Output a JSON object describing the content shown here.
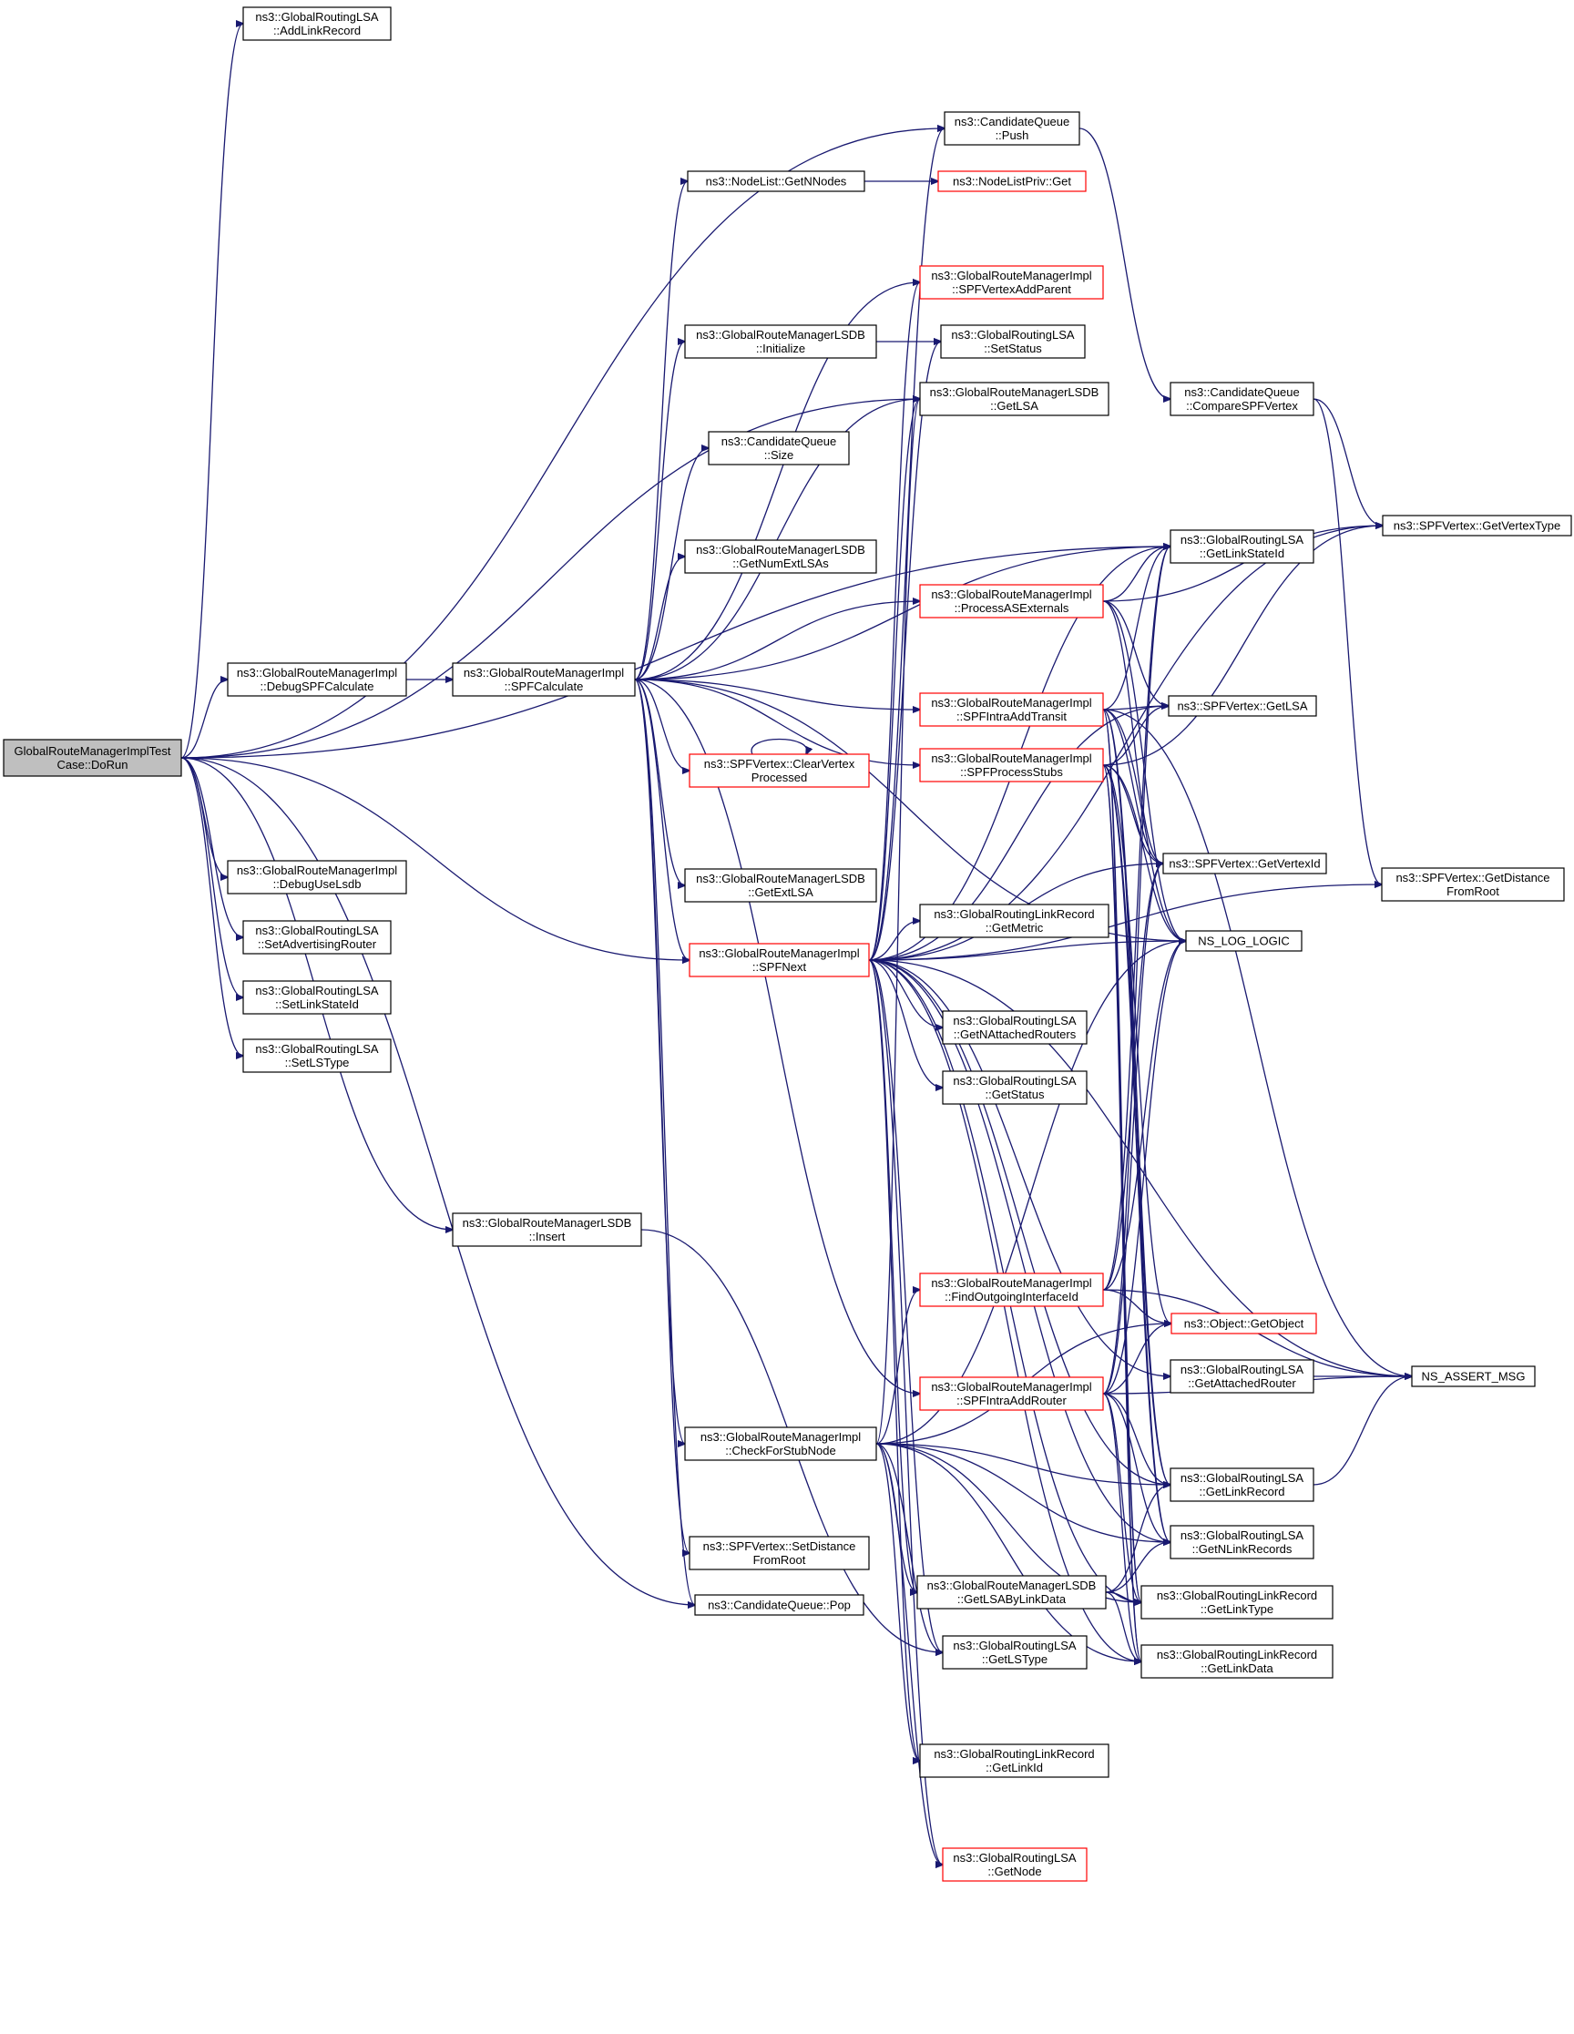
{
  "colors": {
    "edge": "#191970",
    "node_border": "#000000",
    "node_border_truncated": "#ff0000",
    "root_fill": "#bfbfbf",
    "node_fill": "#ffffff"
  },
  "nodes": [
    {
      "id": "doRun",
      "lines": [
        "GlobalRouteManagerImplTest",
        "Case::DoRun"
      ],
      "style": "root"
    },
    {
      "id": "addLinkRecord",
      "lines": [
        "ns3::GlobalRoutingLSA",
        "::AddLinkRecord"
      ],
      "style": "normal"
    },
    {
      "id": "debugSPFCalculate",
      "lines": [
        "ns3::GlobalRouteManagerImpl",
        "::DebugSPFCalculate"
      ],
      "style": "normal"
    },
    {
      "id": "debugUseLsdb",
      "lines": [
        "ns3::GlobalRouteManagerImpl",
        "::DebugUseLsdb"
      ],
      "style": "normal"
    },
    {
      "id": "setAdvertisingRouter",
      "lines": [
        "ns3::GlobalRoutingLSA",
        "::SetAdvertisingRouter"
      ],
      "style": "normal"
    },
    {
      "id": "setLinkStateId",
      "lines": [
        "ns3::GlobalRoutingLSA",
        "::SetLinkStateId"
      ],
      "style": "normal"
    },
    {
      "id": "setLSType",
      "lines": [
        "ns3::GlobalRoutingLSA",
        "::SetLSType"
      ],
      "style": "normal"
    },
    {
      "id": "spfCalculate",
      "lines": [
        "ns3::GlobalRouteManagerImpl",
        "::SPFCalculate"
      ],
      "style": "normal"
    },
    {
      "id": "lsdbInsert",
      "lines": [
        "ns3::GlobalRouteManagerLSDB",
        "::Insert"
      ],
      "style": "normal"
    },
    {
      "id": "getNNodes",
      "lines": [
        "ns3::NodeList::GetNNodes"
      ],
      "style": "normal"
    },
    {
      "id": "lsdbInitialize",
      "lines": [
        "ns3::GlobalRouteManagerLSDB",
        "::Initialize"
      ],
      "style": "normal"
    },
    {
      "id": "cqSize",
      "lines": [
        "ns3::CandidateQueue",
        "::Size"
      ],
      "style": "normal"
    },
    {
      "id": "getNumExtLSAs",
      "lines": [
        "ns3::GlobalRouteManagerLSDB",
        "::GetNumExtLSAs"
      ],
      "style": "normal"
    },
    {
      "id": "clearVertexProcessed",
      "lines": [
        "ns3::SPFVertex::ClearVertex",
        "Processed"
      ],
      "style": "truncated"
    },
    {
      "id": "getExtLSA",
      "lines": [
        "ns3::GlobalRouteManagerLSDB",
        "::GetExtLSA"
      ],
      "style": "normal"
    },
    {
      "id": "spfNext",
      "lines": [
        "ns3::GlobalRouteManagerImpl",
        "::SPFNext"
      ],
      "style": "truncated"
    },
    {
      "id": "checkForStubNode",
      "lines": [
        "ns3::GlobalRouteManagerImpl",
        "::CheckForStubNode"
      ],
      "style": "normal"
    },
    {
      "id": "setDistanceFromRoot",
      "lines": [
        "ns3::SPFVertex::SetDistance",
        "FromRoot"
      ],
      "style": "normal"
    },
    {
      "id": "cqPop",
      "lines": [
        "ns3::CandidateQueue::Pop"
      ],
      "style": "normal"
    },
    {
      "id": "cqPush",
      "lines": [
        "ns3::CandidateQueue",
        "::Push"
      ],
      "style": "normal"
    },
    {
      "id": "nodeListPrivGet",
      "lines": [
        "ns3::NodeListPriv::Get"
      ],
      "style": "truncated"
    },
    {
      "id": "spfVertexAddParent",
      "lines": [
        "ns3::GlobalRouteManagerImpl",
        "::SPFVertexAddParent"
      ],
      "style": "truncated"
    },
    {
      "id": "lsaSetStatus",
      "lines": [
        "ns3::GlobalRoutingLSA",
        "::SetStatus"
      ],
      "style": "normal"
    },
    {
      "id": "lsdbGetLSA",
      "lines": [
        "ns3::GlobalRouteManagerLSDB",
        "::GetLSA"
      ],
      "style": "normal"
    },
    {
      "id": "processASExternals",
      "lines": [
        "ns3::GlobalRouteManagerImpl",
        "::ProcessASExternals"
      ],
      "style": "truncated"
    },
    {
      "id": "spfIntraAddTransit",
      "lines": [
        "ns3::GlobalRouteManagerImpl",
        "::SPFIntraAddTransit"
      ],
      "style": "truncated"
    },
    {
      "id": "spfProcessStubs",
      "lines": [
        "ns3::GlobalRouteManagerImpl",
        "::SPFProcessStubs"
      ],
      "style": "truncated"
    },
    {
      "id": "getMetric",
      "lines": [
        "ns3::GlobalRoutingLinkRecord",
        "::GetMetric"
      ],
      "style": "normal"
    },
    {
      "id": "getNAttachedRouters",
      "lines": [
        "ns3::GlobalRoutingLSA",
        "::GetNAttachedRouters"
      ],
      "style": "normal"
    },
    {
      "id": "lsaGetStatus",
      "lines": [
        "ns3::GlobalRoutingLSA",
        "::GetStatus"
      ],
      "style": "normal"
    },
    {
      "id": "findOutgoingInterfaceId",
      "lines": [
        "ns3::GlobalRouteManagerImpl",
        "::FindOutgoingInterfaceId"
      ],
      "style": "truncated"
    },
    {
      "id": "spfIntraAddRouter",
      "lines": [
        "ns3::GlobalRouteManagerImpl",
        "::SPFIntraAddRouter"
      ],
      "style": "truncated"
    },
    {
      "id": "getLSAByLinkData",
      "lines": [
        "ns3::GlobalRouteManagerLSDB",
        "::GetLSAByLinkData"
      ],
      "style": "normal"
    },
    {
      "id": "lsaGetLSType",
      "lines": [
        "ns3::GlobalRoutingLSA",
        "::GetLSType"
      ],
      "style": "normal"
    },
    {
      "id": "getLinkId",
      "lines": [
        "ns3::GlobalRoutingLinkRecord",
        "::GetLinkId"
      ],
      "style": "normal"
    },
    {
      "id": "lsaGetNode",
      "lines": [
        "ns3::GlobalRoutingLSA",
        "::GetNode"
      ],
      "style": "truncated"
    },
    {
      "id": "compareSPFVertex",
      "lines": [
        "ns3::CandidateQueue",
        "::CompareSPFVertex"
      ],
      "style": "normal"
    },
    {
      "id": "lsaGetLinkStateId",
      "lines": [
        "ns3::GlobalRoutingLSA",
        "::GetLinkStateId"
      ],
      "style": "normal"
    },
    {
      "id": "vertexGetLSA",
      "lines": [
        "ns3::SPFVertex::GetLSA"
      ],
      "style": "normal"
    },
    {
      "id": "vertexGetVertexId",
      "lines": [
        "ns3::SPFVertex::GetVertexId"
      ],
      "style": "normal"
    },
    {
      "id": "nsLogLogic",
      "lines": [
        "NS_LOG_LOGIC"
      ],
      "style": "normal"
    },
    {
      "id": "objectGetObject",
      "lines": [
        "ns3::Object::GetObject"
      ],
      "style": "truncated"
    },
    {
      "id": "getAttachedRouter",
      "lines": [
        "ns3::GlobalRoutingLSA",
        "::GetAttachedRouter"
      ],
      "style": "normal"
    },
    {
      "id": "lsaGetLinkRecord",
      "lines": [
        "ns3::GlobalRoutingLSA",
        "::GetLinkRecord"
      ],
      "style": "normal"
    },
    {
      "id": "getNLinkRecords",
      "lines": [
        "ns3::GlobalRoutingLSA",
        "::GetNLinkRecords"
      ],
      "style": "normal"
    },
    {
      "id": "getLinkType",
      "lines": [
        "ns3::GlobalRoutingLinkRecord",
        "::GetLinkType"
      ],
      "style": "normal"
    },
    {
      "id": "getLinkData",
      "lines": [
        "ns3::GlobalRoutingLinkRecord",
        "::GetLinkData"
      ],
      "style": "normal"
    },
    {
      "id": "vertexGetVertexType",
      "lines": [
        "ns3::SPFVertex::GetVertexType"
      ],
      "style": "normal"
    },
    {
      "id": "vertexGetDistanceFromRoot",
      "lines": [
        "ns3::SPFVertex::GetDistance",
        "FromRoot"
      ],
      "style": "normal"
    },
    {
      "id": "nsAssertMsg",
      "lines": [
        "NS_ASSERT_MSG"
      ],
      "style": "normal"
    }
  ],
  "edges": [
    [
      "doRun",
      "addLinkRecord"
    ],
    [
      "doRun",
      "debugSPFCalculate"
    ],
    [
      "doRun",
      "debugUseLsdb"
    ],
    [
      "doRun",
      "setAdvertisingRouter"
    ],
    [
      "doRun",
      "setLinkStateId"
    ],
    [
      "doRun",
      "setLSType"
    ],
    [
      "doRun",
      "lsdbInsert"
    ],
    [
      "doRun",
      "cqPush"
    ],
    [
      "doRun",
      "lsdbGetLSA"
    ],
    [
      "doRun",
      "lsaGetLinkStateId"
    ],
    [
      "doRun",
      "spfNext"
    ],
    [
      "doRun",
      "cqPop"
    ],
    [
      "debugSPFCalculate",
      "spfCalculate"
    ],
    [
      "spfCalculate",
      "getNNodes"
    ],
    [
      "spfCalculate",
      "spfVertexAddParent"
    ],
    [
      "spfCalculate",
      "lsdbInitialize"
    ],
    [
      "spfCalculate",
      "cqSize"
    ],
    [
      "spfCalculate",
      "getNumExtLSAs"
    ],
    [
      "spfCalculate",
      "clearVertexProcessed"
    ],
    [
      "spfCalculate",
      "getExtLSA"
    ],
    [
      "spfCalculate",
      "spfNext"
    ],
    [
      "spfCalculate",
      "checkForStubNode"
    ],
    [
      "spfCalculate",
      "setDistanceFromRoot"
    ],
    [
      "spfCalculate",
      "cqPop"
    ],
    [
      "spfCalculate",
      "lsdbGetLSA"
    ],
    [
      "spfCalculate",
      "lsaGetLinkStateId"
    ],
    [
      "spfCalculate",
      "processASExternals"
    ],
    [
      "spfCalculate",
      "spfIntraAddTransit"
    ],
    [
      "spfCalculate",
      "spfProcessStubs"
    ],
    [
      "spfCalculate",
      "nsLogLogic"
    ],
    [
      "spfCalculate",
      "spfIntraAddRouter"
    ],
    [
      "clearVertexProcessed",
      "clearVertexProcessed"
    ],
    [
      "getNNodes",
      "nodeListPrivGet"
    ],
    [
      "lsdbInitialize",
      "lsaSetStatus"
    ],
    [
      "lsdbInsert",
      "lsaGetLSType"
    ],
    [
      "cqPush",
      "compareSPFVertex"
    ],
    [
      "compareSPFVertex",
      "vertexGetVertexType"
    ],
    [
      "compareSPFVertex",
      "vertexGetDistanceFromRoot"
    ],
    [
      "spfNext",
      "cqPush"
    ],
    [
      "spfNext",
      "spfVertexAddParent"
    ],
    [
      "spfNext",
      "lsaSetStatus"
    ],
    [
      "spfNext",
      "lsdbGetLSA"
    ],
    [
      "spfNext",
      "lsaGetLinkStateId"
    ],
    [
      "spfNext",
      "vertexGetVertexType"
    ],
    [
      "spfNext",
      "vertexGetLSA"
    ],
    [
      "spfNext",
      "vertexGetVertexId"
    ],
    [
      "spfNext",
      "getMetric"
    ],
    [
      "spfNext",
      "nsLogLogic"
    ],
    [
      "spfNext",
      "getNAttachedRouters"
    ],
    [
      "spfNext",
      "lsaGetStatus"
    ],
    [
      "spfNext",
      "vertexGetDistanceFromRoot"
    ],
    [
      "spfNext",
      "nsAssertMsg"
    ],
    [
      "spfNext",
      "getAttachedRouter"
    ],
    [
      "spfNext",
      "lsaGetLinkRecord"
    ],
    [
      "spfNext",
      "getNLinkRecords"
    ],
    [
      "spfNext",
      "getLSAByLinkData"
    ],
    [
      "spfNext",
      "lsaGetLSType"
    ],
    [
      "spfNext",
      "getLinkId"
    ],
    [
      "spfNext",
      "lsaGetNode"
    ],
    [
      "spfNext",
      "getLinkType"
    ],
    [
      "spfNext",
      "getLinkData"
    ],
    [
      "processASExternals",
      "lsaGetLinkStateId"
    ],
    [
      "processASExternals",
      "vertexGetVertexType"
    ],
    [
      "processASExternals",
      "vertexGetLSA"
    ],
    [
      "processASExternals",
      "vertexGetVertexId"
    ],
    [
      "processASExternals",
      "nsLogLogic"
    ],
    [
      "spfIntraAddTransit",
      "lsaGetLinkStateId"
    ],
    [
      "spfIntraAddTransit",
      "vertexGetLSA"
    ],
    [
      "spfIntraAddTransit",
      "vertexGetVertexId"
    ],
    [
      "spfIntraAddTransit",
      "nsLogLogic"
    ],
    [
      "spfIntraAddTransit",
      "nsAssertMsg"
    ],
    [
      "spfIntraAddTransit",
      "lsaGetLinkRecord"
    ],
    [
      "spfIntraAddTransit",
      "getNLinkRecords"
    ],
    [
      "spfIntraAddTransit",
      "getLinkType"
    ],
    [
      "spfIntraAddTransit",
      "getLinkData"
    ],
    [
      "spfProcessStubs",
      "vertexGetLSA"
    ],
    [
      "spfProcessStubs",
      "vertexGetVertexType"
    ],
    [
      "spfProcessStubs",
      "vertexGetVertexId"
    ],
    [
      "spfProcessStubs",
      "nsLogLogic"
    ],
    [
      "spfProcessStubs",
      "lsaGetLinkRecord"
    ],
    [
      "spfProcessStubs",
      "getNLinkRecords"
    ],
    [
      "spfProcessStubs",
      "getLinkType"
    ],
    [
      "spfProcessStubs",
      "getLinkData"
    ],
    [
      "spfProcessStubs",
      "objectGetObject"
    ],
    [
      "findOutgoingInterfaceId",
      "lsaGetLinkStateId"
    ],
    [
      "findOutgoingInterfaceId",
      "vertexGetVertexId"
    ],
    [
      "findOutgoingInterfaceId",
      "nsLogLogic"
    ],
    [
      "findOutgoingInterfaceId",
      "objectGetObject"
    ],
    [
      "findOutgoingInterfaceId",
      "nsAssertMsg"
    ],
    [
      "spfIntraAddRouter",
      "lsaGetLinkStateId"
    ],
    [
      "spfIntraAddRouter",
      "vertexGetVertexId"
    ],
    [
      "spfIntraAddRouter",
      "nsLogLogic"
    ],
    [
      "spfIntraAddRouter",
      "objectGetObject"
    ],
    [
      "spfIntraAddRouter",
      "nsAssertMsg"
    ],
    [
      "spfIntraAddRouter",
      "lsaGetLinkRecord"
    ],
    [
      "spfIntraAddRouter",
      "getNLinkRecords"
    ],
    [
      "spfIntraAddRouter",
      "getLinkType"
    ],
    [
      "spfIntraAddRouter",
      "getLinkData"
    ],
    [
      "checkForStubNode",
      "lsdbGetLSA"
    ],
    [
      "checkForStubNode",
      "findOutgoingInterfaceId"
    ],
    [
      "checkForStubNode",
      "nsLogLogic"
    ],
    [
      "checkForStubNode",
      "lsaGetLinkRecord"
    ],
    [
      "checkForStubNode",
      "getNLinkRecords"
    ],
    [
      "checkForStubNode",
      "getLinkType"
    ],
    [
      "checkForStubNode",
      "getLinkData"
    ],
    [
      "checkForStubNode",
      "getLinkId"
    ],
    [
      "checkForStubNode",
      "lsaGetNode"
    ],
    [
      "checkForStubNode",
      "getLSAByLinkData"
    ],
    [
      "checkForStubNode",
      "lsaGetLSType"
    ],
    [
      "checkForStubNode",
      "objectGetObject"
    ],
    [
      "getLSAByLinkData",
      "lsaGetLinkRecord"
    ],
    [
      "getLSAByLinkData",
      "getNLinkRecords"
    ],
    [
      "getLSAByLinkData",
      "getLinkType"
    ],
    [
      "getLSAByLinkData",
      "getLinkData"
    ],
    [
      "getAttachedRouter",
      "nsAssertMsg"
    ],
    [
      "lsaGetLinkRecord",
      "nsAssertMsg"
    ]
  ]
}
